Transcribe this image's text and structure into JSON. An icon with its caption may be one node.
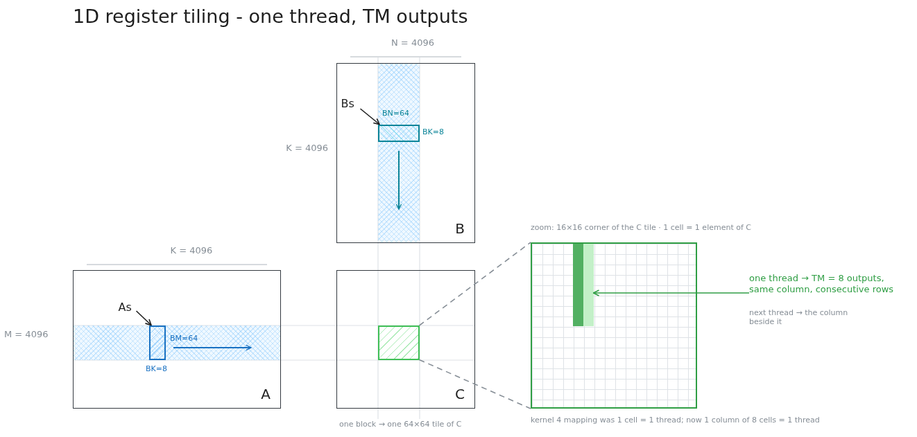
{
  "diagram": {
    "title": "1D register tiling  -  one thread, TM outputs",
    "nodes": [
      {
        "text": [
          "B"
        ]
      },
      {
        "text": [
          "Bs"
        ],
        "in": 0
      },
      {
        "text": [],
        "shape": "box",
        "in": 0,
        "beside": [
          "BN=64",
          "BK=8"
        ]
      },
      {
        "text": [
          "A"
        ]
      },
      {
        "text": [
          "As"
        ],
        "in": 3
      },
      {
        "text": [],
        "shape": "box",
        "in": 3,
        "beside": [
          "BM=64",
          "BK=8"
        ]
      },
      {
        "text": [
          "C"
        ],
        "beside": [
          "one block  →  one 64×64 tile of C"
        ]
      },
      {
        "text": [],
        "shape": "box",
        "in": 6
      },
      {
        "text": [],
        "shape": "box",
        "beside": [
          "zoom: 16×16 corner of the C tile  ·  1 cell = 1 element of C",
          "kernel 4 mapping was 1 cell = 1 thread;  now 1 column of 8 cells = 1 thread"
        ]
      },
      {
        "text": [],
        "shape": "bar",
        "in": 8
      },
      {
        "text": [],
        "shape": "bar",
        "in": 8
      },
      {
        "text": [
          "one thread  →  TM = 8 outputs, same column, consecutive rows"
        ]
      }
    ],
    "edges": [
      {
        "from": 1,
        "to": 2,
        "arrow": "to"
      },
      {
        "from": 4,
        "to": 5,
        "arrow": "to"
      },
      {
        "from": 7,
        "to": 8,
        "arrow": "none",
        "style": "dashed",
        "color": "#868e96"
      },
      {
        "from": 7,
        "to": 8,
        "arrow": "none",
        "style": "dashed",
        "color": "#868e96"
      },
      {
        "from": 11,
        "to": 10,
        "arrow": "to",
        "color": "#2f9e44"
      }
    ],
    "labels": [
      "N = 4096",
      "K = 4096",
      "K = 4096",
      "M = 4096",
      "next thread  →  the column beside it"
    ]
  }
}
